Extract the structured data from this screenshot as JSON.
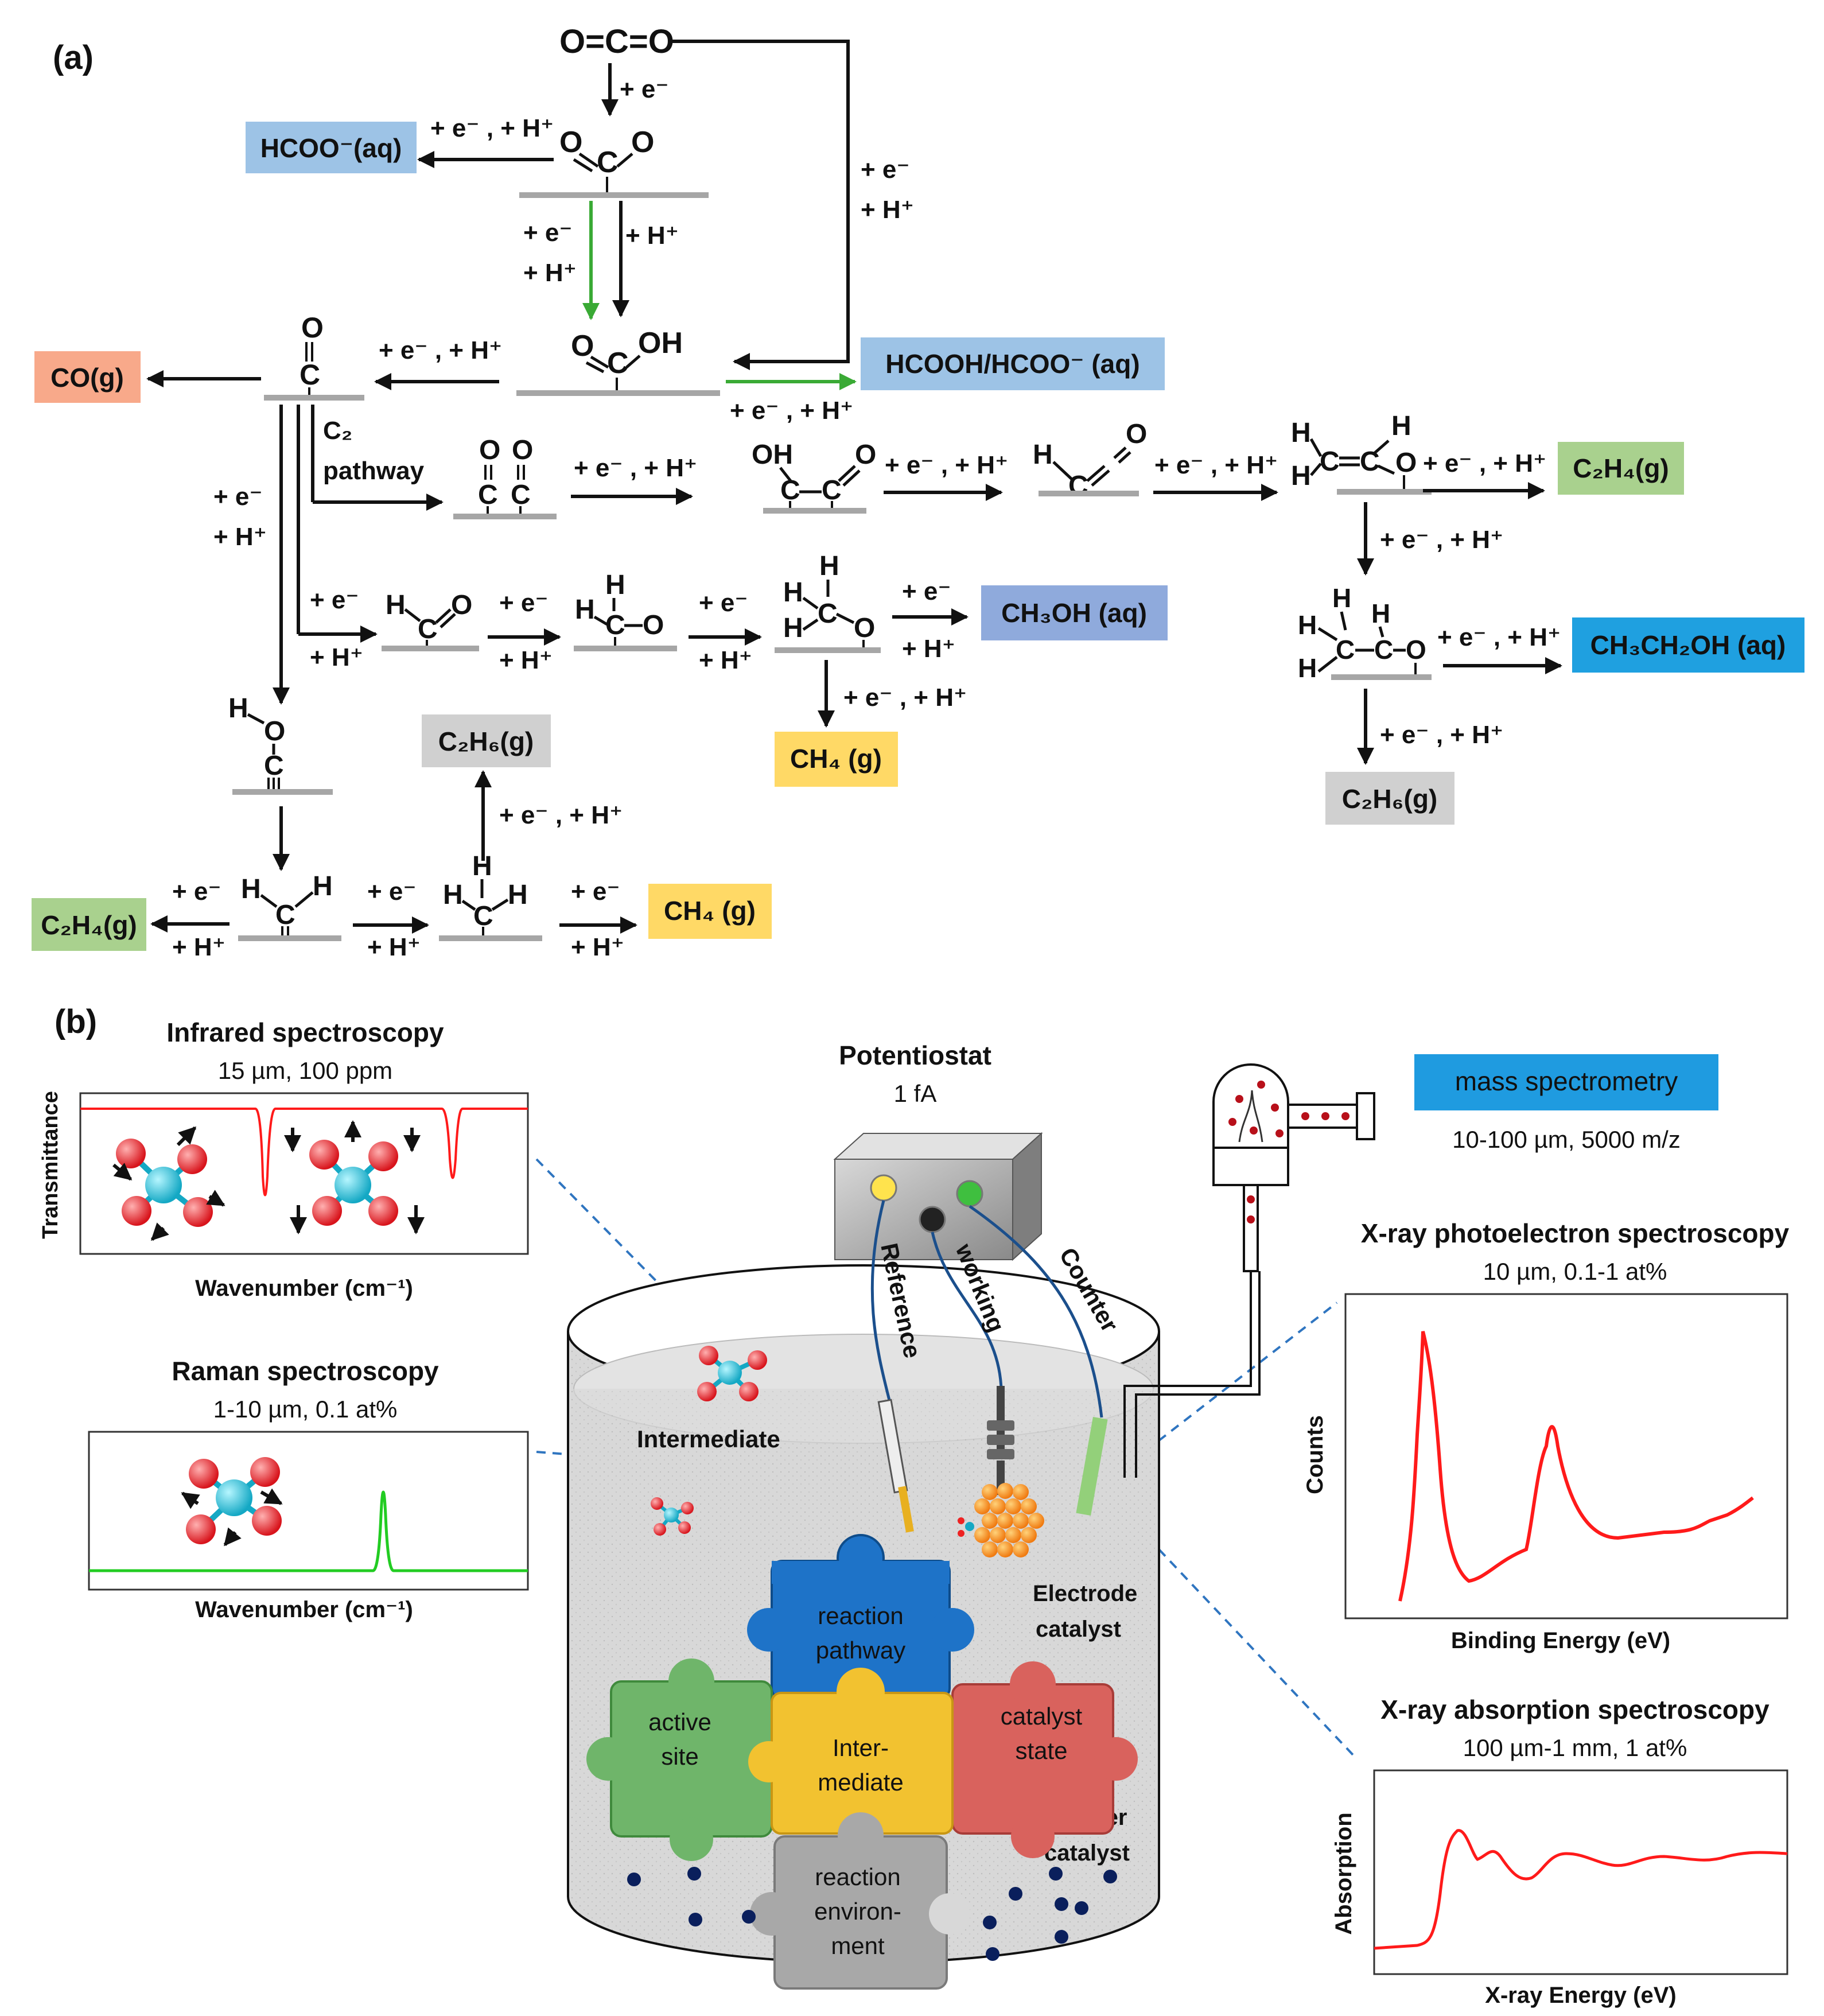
{
  "panel_a": {
    "label": "(a)",
    "co2": "O=C=O",
    "e": "+ e⁻",
    "h": "+ H⁺",
    "eh": "+ e⁻ , + H⁺",
    "boxes": {
      "hcoo": "HCOO⁻(aq)",
      "hcooh": "HCOOH/HCOO⁻ (aq)",
      "co": "CO(g)",
      "c2h4_top": "C₂H₄(g)",
      "ch3oh": "CH₃OH (aq)",
      "ch3ch2oh": "CH₃CH₂OH (aq)",
      "c2h6_mid": "C₂H₆(g)",
      "ch4_mid": "CH₄ (g)",
      "c2h6_right": "C₂H₆(g)",
      "c2h4_bottom": "C₂H₄(g)",
      "ch4_bottom": "CH₄ (g)"
    },
    "c2_pathway": [
      "C₂",
      "pathway"
    ],
    "atoms": {
      "O": "O",
      "C": "C",
      "H": "H",
      "OH": "OH",
      "dbl_o": "O=",
      "dbl_c": "C="
    },
    "colors": {
      "blue_light": "#9dc3e6",
      "blue_mid": "#8faadc",
      "blue_dark": "#1fa0e0",
      "orange": "#f8a98a",
      "green": "#a9d18e",
      "yellow": "#ffd966",
      "gray": "#d0d0d0",
      "green_arrow": "#3aaa35"
    }
  },
  "panel_b": {
    "label": "(b)",
    "ir": {
      "title": "Infrared spectroscopy",
      "spec": "15 µm, 100 ppm",
      "ylabel": "Transmittance",
      "xlabel": "Wavenumber (cm⁻¹)"
    },
    "raman": {
      "title": "Raman spectroscopy",
      "spec": "1-10 µm, 0.1 at%",
      "xlabel": "Wavenumber (cm⁻¹)"
    },
    "potentiostat": {
      "title": "Potentiostat",
      "spec": "1 fA"
    },
    "mass": {
      "label": "mass spectrometry",
      "spec": "10-100 µm, 5000 m/z"
    },
    "xps": {
      "title": "X-ray photoelectron spectroscopy",
      "spec": "10 µm, 0.1-1 at%",
      "ylabel": "Counts",
      "xlabel": "Binding Energy (eV)"
    },
    "xas": {
      "title": "X-ray absorption spectroscopy",
      "spec": "100 µm-1 mm, 1 at%",
      "ylabel": "Absorption",
      "xlabel": "X-ray Energy (eV)"
    },
    "electrodes": {
      "reference": "Reference",
      "working": "working",
      "counter": "Counter"
    },
    "cell": {
      "intermediate": "Intermediate",
      "electrode_catalyst": [
        "Electrode",
        "catalyst"
      ],
      "powder_catalyst": [
        "Powder",
        "catalyst"
      ]
    },
    "puzzle": {
      "reaction_pathway": [
        "reaction",
        "pathway"
      ],
      "active_site": [
        "active",
        "site"
      ],
      "intermediate": [
        "Inter-",
        "mediate"
      ],
      "catalyst_state": [
        "catalyst",
        "state"
      ],
      "reaction_environment": [
        "reaction",
        "environ-",
        "ment"
      ]
    },
    "colors": {
      "red_curve": "#ff1a1a",
      "green_curve": "#22cc22",
      "mass_box": "#1f9be0",
      "puzzle_blue": "#1e73c8",
      "puzzle_green": "#6fb56a",
      "puzzle_yellow": "#f2c230",
      "puzzle_red": "#d9625d",
      "puzzle_gray": "#a8a8a8"
    }
  }
}
